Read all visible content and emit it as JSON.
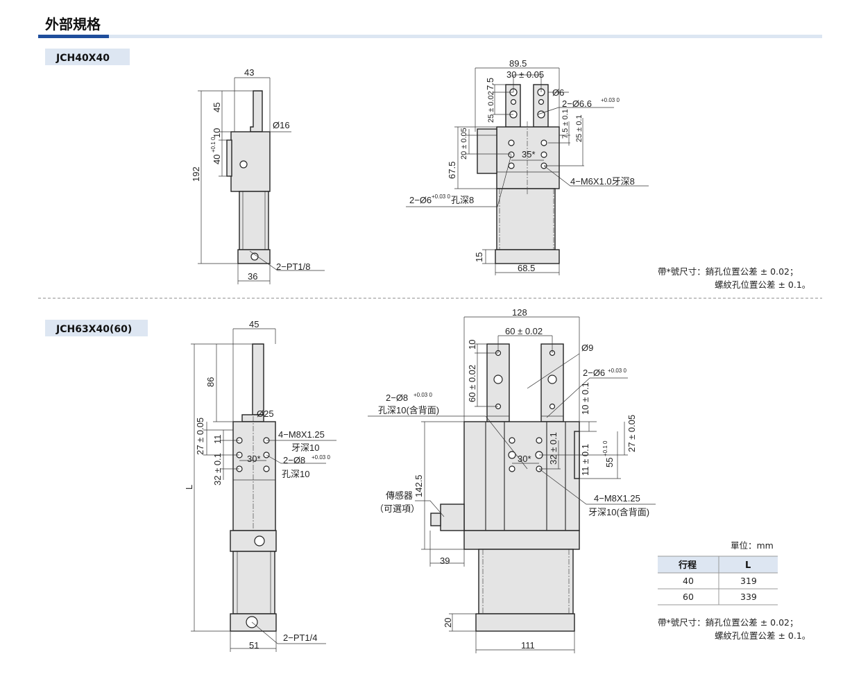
{
  "header": {
    "title": "外部規格"
  },
  "colors": {
    "accent": "#1f4e9c",
    "bar_light": "#dce6f2",
    "tag_bg": "#dde6f2",
    "part_fill": "#e4e4e4"
  },
  "model_a": {
    "tag": "JCH40X40",
    "side": {
      "w43": "43",
      "h192": "192",
      "h45": "45",
      "h10": "10",
      "h40": "40",
      "h40_tol": "+0.1 0",
      "d16": "Ø16",
      "port": "2−PT1/8",
      "w36": "36"
    },
    "front": {
      "w89": "89.5",
      "w30": "30 ± 0.05",
      "h7_5": "7.5",
      "h25": "25 ± 0.02",
      "d6": "Ø6",
      "d66": "2−Ø6.6",
      "d66_tol": "+0.03 0",
      "h7_5b": "7.5 ± 0.1",
      "h25b": "25 ± 0.1",
      "h20": "20 ± 0.05",
      "h67": "67.5",
      "s35": "35*",
      "thread": "4−M6X1.0牙深8",
      "pin": "2−Ø6",
      "pin_tol": "+0.03 0",
      "pin_depth": "孔深8",
      "h15": "15",
      "w68": "68.5"
    }
  },
  "model_b": {
    "tag": "JCH63X40(60)",
    "side": {
      "w45": "45",
      "L": "L",
      "h86": "86",
      "h27": "27 ± 0.05",
      "h11": "11",
      "h32": "32 ± 0.1",
      "d25": "Ø25",
      "thread": "4−M8X1.25",
      "thread_depth": "牙深10",
      "pin": "2−Ø8",
      "pin_tol": "+0.03 0",
      "pin_depth": "孔深10",
      "s30": "30*",
      "port": "2−PT1/4",
      "w51": "51"
    },
    "front": {
      "w128": "128",
      "w60": "60 ± 0.02",
      "h10": "10",
      "h60": "60 ± 0.02",
      "d9": "Ø9",
      "d6": "2−Ø6",
      "d6_tol": "+0.03 0",
      "pin": "2−Ø8",
      "pin_tol": "+0.03 0",
      "pin_depth": "孔深10(含背面)",
      "h10b": "10 ± 0.1",
      "h27": "27 ± 0.05",
      "h32": "32 ± 0.1",
      "h11": "11 ± 0.1",
      "h55": "55",
      "h55_tol": "+0.1 0",
      "s30": "30*",
      "h142": "142.5",
      "sensor": "傳感器",
      "sensor_opt": "（可選項）",
      "thread": "4−M8X1.25",
      "thread_depth": "牙深10(含背面)",
      "w39": "39",
      "h20": "20",
      "w111": "111"
    }
  },
  "notes": {
    "line1": "帶*號尺寸：銷孔位置公差 ± 0.02；",
    "line2": "螺紋孔位置公差 ± 0.1。"
  },
  "table": {
    "unit": "單位：mm",
    "headers": [
      "行程",
      "L"
    ],
    "rows": [
      [
        "40",
        "319"
      ],
      [
        "60",
        "339"
      ]
    ]
  }
}
